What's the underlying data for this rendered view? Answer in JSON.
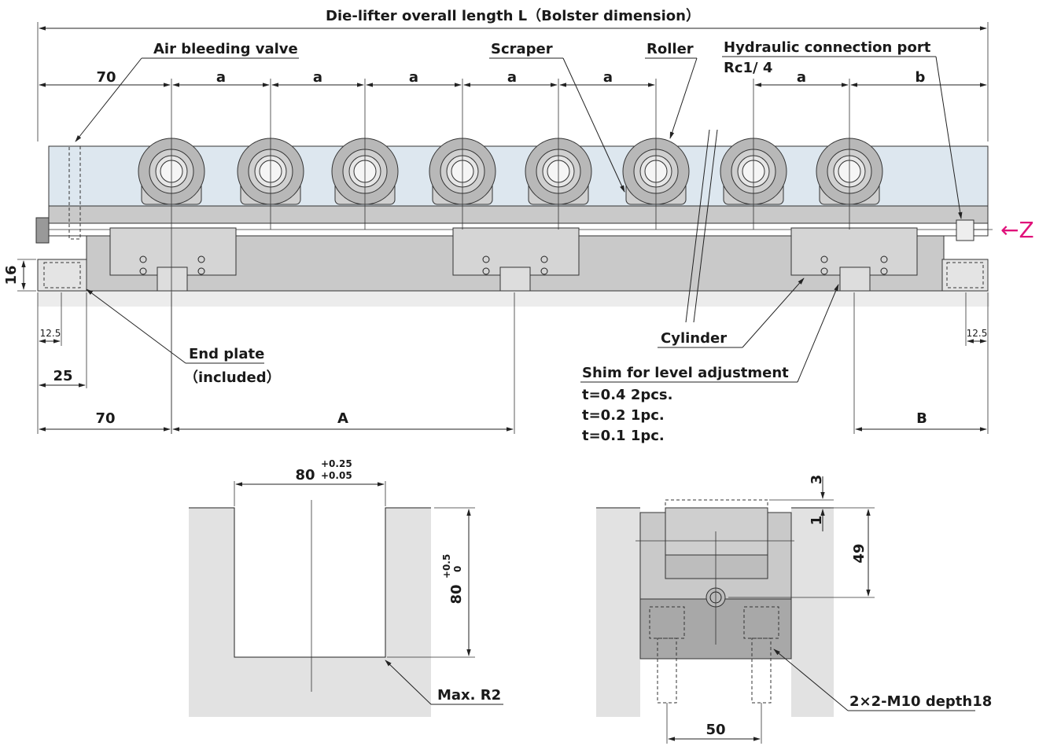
{
  "labels": {
    "overall_length": "Die-lifter overall length L（Bolster dimension）",
    "air_bleeding_valve": "Air bleeding valve",
    "scraper": "Scraper",
    "roller": "Roller",
    "hydraulic_port": "Hydraulic connection port",
    "rc": "Rc1/ 4",
    "z": "←Z",
    "end_plate": "End plate",
    "included": "（included）",
    "cylinder": "Cylinder",
    "shim": "Shim for level adjustment",
    "shim_1": "t=0.4  2pcs.",
    "shim_2": "t=0.2  1pc.",
    "shim_3": "t=0.1  1pc.",
    "max_r2": "Max. R2",
    "thread": "2×2-M10 depth18"
  },
  "dims": {
    "d70_top": "70",
    "a1": "a",
    "a2": "a",
    "a3": "a",
    "a4": "a",
    "a5": "a",
    "a6": "a",
    "b": "b",
    "d16": "16",
    "d12_5_left": "12.5",
    "d12_5_right": "12.5",
    "d25": "25",
    "d70_bottom": "70",
    "A": "A",
    "B": "B",
    "d80_w": "80",
    "d80_w_tol_up": "+0.25",
    "d80_w_tol_lo": "+0.05",
    "d80_h": "80",
    "d80_h_tol_up": "+0.5",
    "d80_h_tol_lo": "0",
    "d3": "3",
    "d1": "1",
    "d49": "49",
    "d50": "50"
  },
  "colors": {
    "upper_body": "#dde7ef",
    "rail_gray": "#c9c9c9",
    "slot_gray": "#e2e2e2",
    "accent": "#e0117a"
  }
}
